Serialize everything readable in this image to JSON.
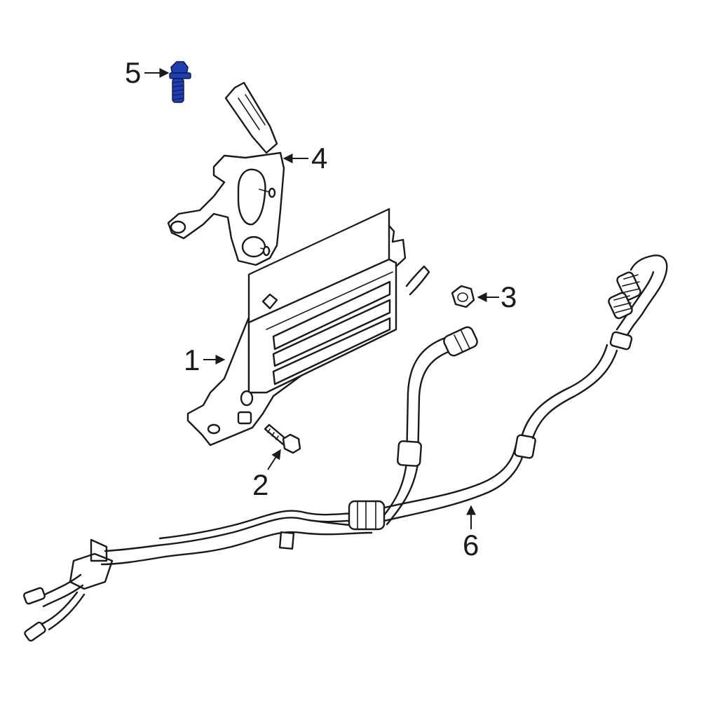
{
  "callouts": [
    {
      "id": "1",
      "label": "1"
    },
    {
      "id": "2",
      "label": "2"
    },
    {
      "id": "3",
      "label": "3"
    },
    {
      "id": "4",
      "label": "4"
    },
    {
      "id": "5",
      "label": "5"
    },
    {
      "id": "6",
      "label": "6"
    }
  ],
  "colors": {
    "line": "#1a1a1a",
    "highlight_part": "#1f3fae",
    "background": "#ffffff"
  }
}
